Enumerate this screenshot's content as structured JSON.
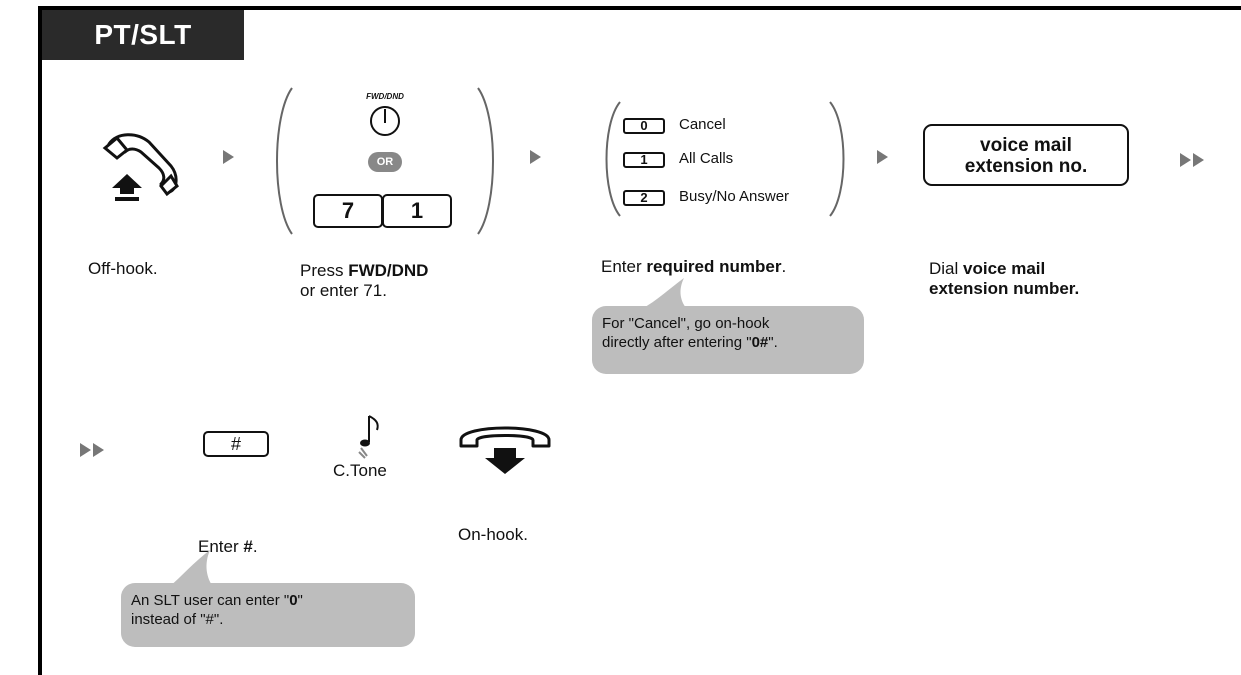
{
  "header": {
    "tab_label": "PT/SLT"
  },
  "step_offhook": {
    "caption": "Off-hook."
  },
  "step_fwd": {
    "button_label": "FWD/DND",
    "or_label": "OR",
    "keys": [
      "7",
      "1"
    ],
    "caption_prefix": "Press ",
    "caption_bold": "FWD/DND",
    "caption_line2": "or enter 71."
  },
  "step_number": {
    "options": [
      {
        "key": "0",
        "label": "Cancel"
      },
      {
        "key": "1",
        "label": "All Calls"
      },
      {
        "key": "2",
        "label": "Busy/No Answer"
      }
    ],
    "caption_prefix": "Enter ",
    "caption_bold": "required number",
    "caption_suffix": ".",
    "note_line1": "For \"Cancel\", go on-hook",
    "note_line2_prefix": "directly after entering \"",
    "note_line2_bold": "0#",
    "note_line2_suffix": "\"."
  },
  "step_voicemail": {
    "box_line1": "voice mail",
    "box_line2": "extension no.",
    "caption_prefix": "Dial ",
    "caption_bold1": "voice mail",
    "caption_bold2": "extension number."
  },
  "step_hash": {
    "key": "#",
    "caption_prefix": "Enter ",
    "caption_bold": "#",
    "caption_suffix": ".",
    "note_line1_prefix": "An SLT user can enter \"",
    "note_line1_bold": "0",
    "note_line1_suffix": "\"",
    "note_line2": "instead of \"#\"."
  },
  "step_tone": {
    "label": "C.Tone"
  },
  "step_onhook": {
    "caption": "On-hook."
  },
  "colors": {
    "arrow": "#777777",
    "bubble": "#bdbdbd",
    "tab_bg": "#2a2a2a"
  }
}
